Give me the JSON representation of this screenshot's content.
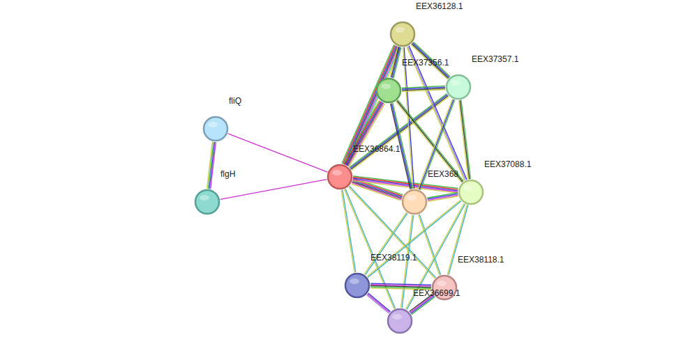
{
  "diagram": {
    "nodes": [
      {
        "text": [
          "EEX36128.1"
        ]
      },
      {
        "text": [
          "EEX37356.1"
        ]
      },
      {
        "text": [
          "EEX37357.1"
        ]
      },
      {
        "text": [
          "fliQ"
        ]
      },
      {
        "text": [
          "EEX36864.1"
        ]
      },
      {
        "text": [
          "EEX37088.1"
        ]
      },
      {
        "text": [
          "EEX368"
        ]
      },
      {
        "text": [
          "flgH"
        ]
      },
      {
        "text": [
          "EEX38119.1"
        ]
      },
      {
        "text": [
          "EEX38118.1"
        ]
      },
      {
        "text": [
          "EEX36699.1"
        ]
      }
    ],
    "edges": [
      {
        "from": 3,
        "to": 7,
        "arrow": "none"
      },
      {
        "from": 3,
        "to": 4,
        "arrow": "none"
      },
      {
        "from": 7,
        "to": 4,
        "arrow": "none"
      },
      {
        "from": 4,
        "to": 0,
        "arrow": "none"
      },
      {
        "from": 4,
        "to": 1,
        "arrow": "none"
      },
      {
        "from": 4,
        "to": 2,
        "arrow": "none"
      },
      {
        "from": 4,
        "to": 6,
        "arrow": "none"
      },
      {
        "from": 4,
        "to": 5,
        "arrow": "none"
      },
      {
        "from": 4,
        "to": 8,
        "arrow": "none"
      },
      {
        "from": 4,
        "to": 9,
        "arrow": "none"
      },
      {
        "from": 4,
        "to": 10,
        "arrow": "none"
      },
      {
        "from": 0,
        "to": 1,
        "arrow": "none"
      },
      {
        "from": 0,
        "to": 2,
        "arrow": "none"
      },
      {
        "from": 0,
        "to": 6,
        "arrow": "none"
      },
      {
        "from": 0,
        "to": 5,
        "arrow": "none"
      },
      {
        "from": 1,
        "to": 2,
        "arrow": "none"
      },
      {
        "from": 1,
        "to": 6,
        "arrow": "none"
      },
      {
        "from": 1,
        "to": 5,
        "arrow": "none"
      },
      {
        "from": 2,
        "to": 6,
        "arrow": "none"
      },
      {
        "from": 2,
        "to": 5,
        "arrow": "none"
      },
      {
        "from": 6,
        "to": 5,
        "arrow": "none"
      },
      {
        "from": 6,
        "to": 8,
        "arrow": "none"
      },
      {
        "from": 6,
        "to": 9,
        "arrow": "none"
      },
      {
        "from": 6,
        "to": 10,
        "arrow": "none"
      },
      {
        "from": 5,
        "to": 8,
        "arrow": "none"
      },
      {
        "from": 5,
        "to": 9,
        "arrow": "none"
      },
      {
        "from": 5,
        "to": 10,
        "arrow": "none"
      },
      {
        "from": 8,
        "to": 9,
        "arrow": "none"
      },
      {
        "from": 8,
        "to": 10,
        "arrow": "none"
      },
      {
        "from": 9,
        "to": 10,
        "arrow": "none"
      }
    ]
  }
}
